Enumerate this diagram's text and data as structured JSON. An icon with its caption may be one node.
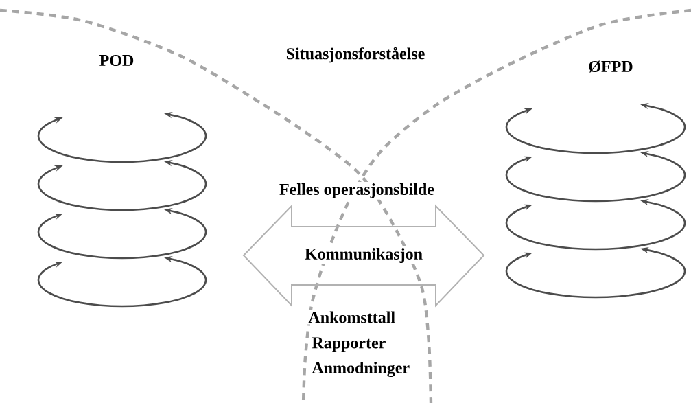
{
  "diagram": {
    "nodes": [
      {
        "text": [
          "Kommunikasjon"
        ]
      }
    ],
    "labels": [
      "POD",
      "Situasjonsforståelse",
      "ØFPD",
      "Felles operasjonsbilde",
      "Ankomsttall",
      "Rapporter",
      "Anmodninger"
    ]
  }
}
